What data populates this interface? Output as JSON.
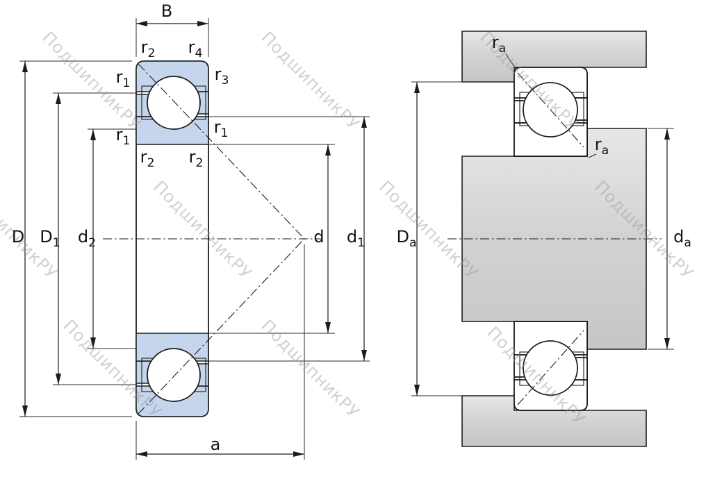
{
  "watermark": {
    "text": "ПодшипникРУ"
  },
  "colors": {
    "ring_fill": "#c5d5ec",
    "metal_fill": "#d6d6d6",
    "line": "#1c1c1c",
    "watermark": "#9a9a9a",
    "background": "#ffffff"
  },
  "left_view": {
    "dim_labels": {
      "B": {
        "text": "B",
        "sub": ""
      },
      "D": {
        "text": "D",
        "sub": ""
      },
      "D1": {
        "text": "D",
        "sub": "1"
      },
      "d2": {
        "text": "d",
        "sub": "2"
      },
      "d": {
        "text": "d",
        "sub": ""
      },
      "d1": {
        "text": "d",
        "sub": "1"
      },
      "a": {
        "text": "a",
        "sub": ""
      },
      "r2_top_left": {
        "text": "r",
        "sub": "2"
      },
      "r4_top_right": {
        "text": "r",
        "sub": "4"
      },
      "r1_left_upper": {
        "text": "r",
        "sub": "1"
      },
      "r3_right_upper": {
        "text": "r",
        "sub": "3"
      },
      "r1_left_lower": {
        "text": "r",
        "sub": "1"
      },
      "r1_right_mid": {
        "text": "r",
        "sub": "1"
      },
      "r2_bore_left": {
        "text": "r",
        "sub": "2"
      },
      "r2_bore_right": {
        "text": "r",
        "sub": "2"
      }
    }
  },
  "right_view": {
    "dim_labels": {
      "Da": {
        "text": "D",
        "sub": "a"
      },
      "da": {
        "text": "d",
        "sub": "a"
      },
      "ra_top": {
        "text": "r",
        "sub": "a"
      },
      "ra_side": {
        "text": "r",
        "sub": "a"
      }
    }
  }
}
